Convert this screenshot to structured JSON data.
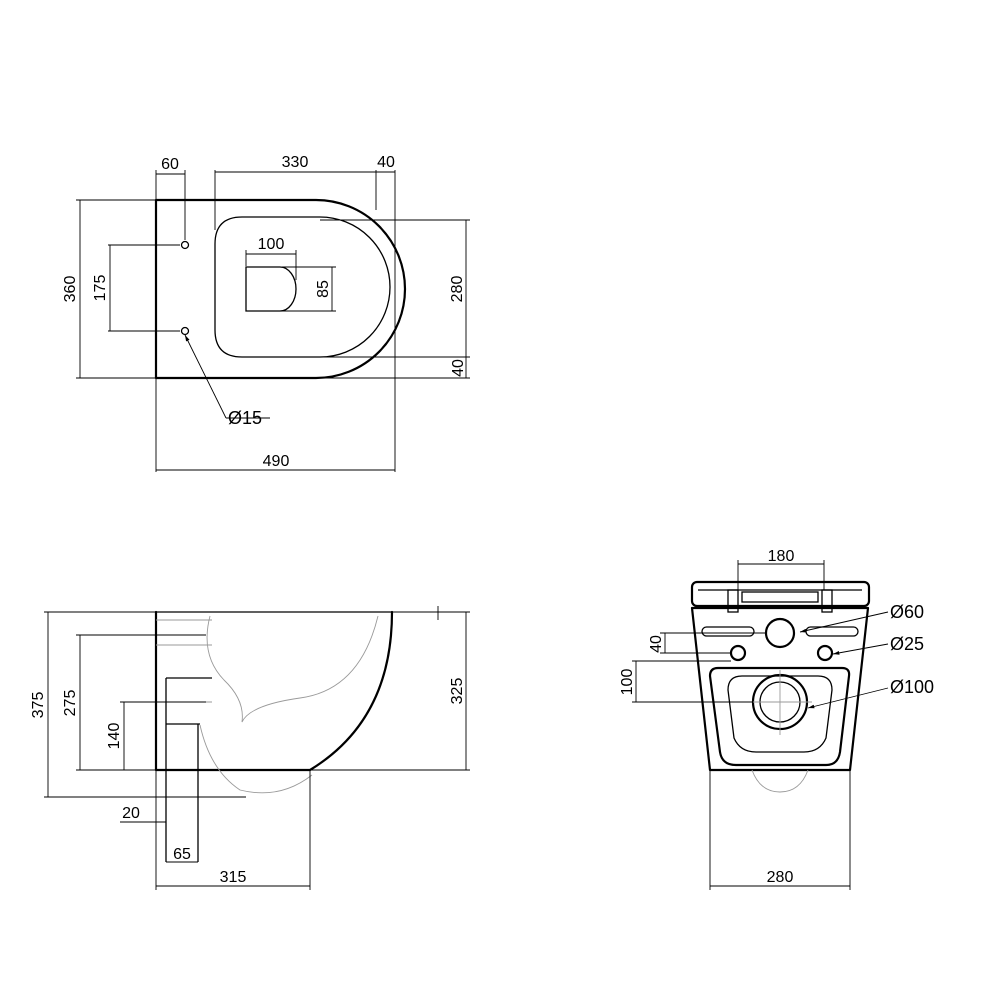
{
  "top_view": {
    "dim_60": "60",
    "dim_330": "330",
    "dim_40_top": "40",
    "dim_360": "360",
    "dim_175": "175",
    "dim_100": "100",
    "dim_85": "85",
    "dim_280": "280",
    "dim_40_side": "40",
    "dim_hole": "Ø15",
    "dim_490": "490"
  },
  "side_view": {
    "dim_375": "375",
    "dim_275": "275",
    "dim_140": "140",
    "dim_325": "325",
    "dim_20": "20",
    "dim_65": "65",
    "dim_315": "315"
  },
  "rear_view": {
    "dim_180": "180",
    "dim_40": "40",
    "dim_100": "100",
    "dim_d60": "Ø60",
    "dim_d25": "Ø25",
    "dim_d100": "Ø100",
    "dim_280": "280"
  }
}
